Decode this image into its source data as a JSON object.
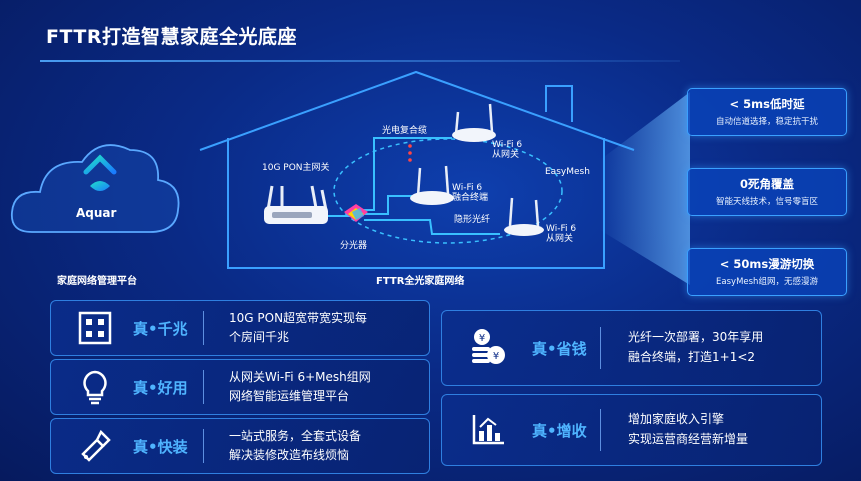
{
  "title": "FTTR打造智慧家庭全光底座",
  "cloud": {
    "brand": "Aquar",
    "caption": "家庭网络管理平台"
  },
  "network": {
    "caption": "FTTR全光家庭网络",
    "main_gateway": "10G PON主网关",
    "splitter": "分光器",
    "fiber_cable": "光电复合缆",
    "hidden_fiber": "隐形光纤",
    "easymesh": "EasyMesh",
    "sub_gateway_top": "Wi-Fi 6\n从网关",
    "terminal": "Wi-Fi 6\n融合终端",
    "sub_gateway_right": "Wi-Fi 6\n从网关"
  },
  "badges": [
    {
      "head": "< 5ms低时延",
      "sub": "自动信道选择，稳定抗干扰"
    },
    {
      "head": "0死角覆盖",
      "sub": "智能天线技术，信号零盲区"
    },
    {
      "head": "< 50ms漫游切换",
      "sub": "EasyMesh组网，无感漫游"
    }
  ],
  "features_left": [
    {
      "icon": "fiber-port-icon",
      "name": "真•千兆",
      "desc": [
        "10G PON超宽带宽实现每",
        "个房间千兆"
      ]
    },
    {
      "icon": "lightbulb-icon",
      "name": "真•好用",
      "desc": [
        "从网关Wi-Fi 6+Mesh组网",
        "网络智能运维管理平台"
      ]
    },
    {
      "icon": "tools-icon",
      "name": "真•快装",
      "desc": [
        "一站式服务，全套式设备",
        "解决装修改造布线烦恼"
      ]
    }
  ],
  "features_right": [
    {
      "icon": "coins-icon",
      "name": "真•省钱",
      "desc": [
        "光纤一次部署，30年享用",
        "融合终端，打造1+1<2"
      ]
    },
    {
      "icon": "growth-chart-icon",
      "name": "真•增收",
      "desc": [
        "增加家庭收入引擎",
        "实现运营商经营新增量"
      ]
    }
  ],
  "colors": {
    "accent": "#4fb4ff",
    "line": "#39c0ff",
    "fiber": "#ffd400"
  }
}
